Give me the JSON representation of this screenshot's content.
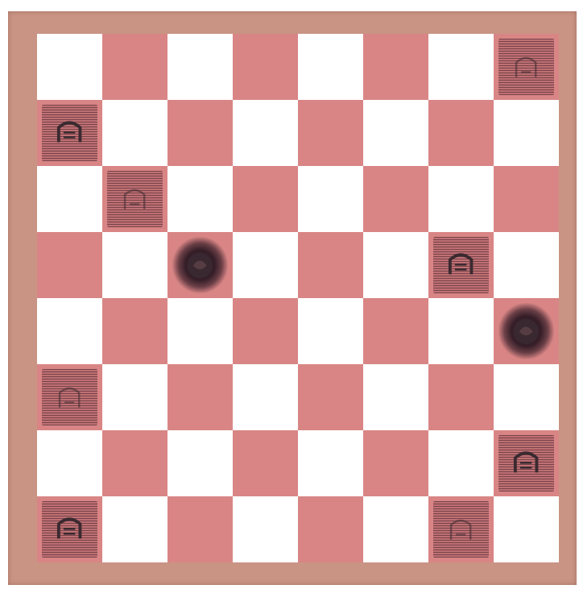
{
  "board": {
    "size": 8,
    "colors": {
      "light": "#ffffff",
      "dark": "#d98585",
      "frame": "#c99484",
      "piece": "#3a2a30"
    }
  },
  "pieces": [
    {
      "row": 0,
      "col": 7,
      "kind": "faded-striped",
      "icon": "man-piece-icon"
    },
    {
      "row": 1,
      "col": 0,
      "kind": "crowned-outline",
      "icon": "man-piece-icon"
    },
    {
      "row": 2,
      "col": 1,
      "kind": "faded-striped",
      "icon": "man-piece-icon"
    },
    {
      "row": 3,
      "col": 2,
      "kind": "dark-blob",
      "icon": "man-piece-icon"
    },
    {
      "row": 3,
      "col": 6,
      "kind": "crowned-outline",
      "icon": "man-piece-icon"
    },
    {
      "row": 4,
      "col": 7,
      "kind": "dark-blob",
      "icon": "man-piece-icon"
    },
    {
      "row": 5,
      "col": 0,
      "kind": "faded-striped",
      "icon": "man-piece-icon"
    },
    {
      "row": 6,
      "col": 7,
      "kind": "crowned-outline",
      "icon": "man-piece-icon"
    },
    {
      "row": 7,
      "col": 0,
      "kind": "crowned-outline",
      "icon": "man-piece-icon"
    },
    {
      "row": 7,
      "col": 6,
      "kind": "faded-striped",
      "icon": "man-piece-icon"
    }
  ]
}
